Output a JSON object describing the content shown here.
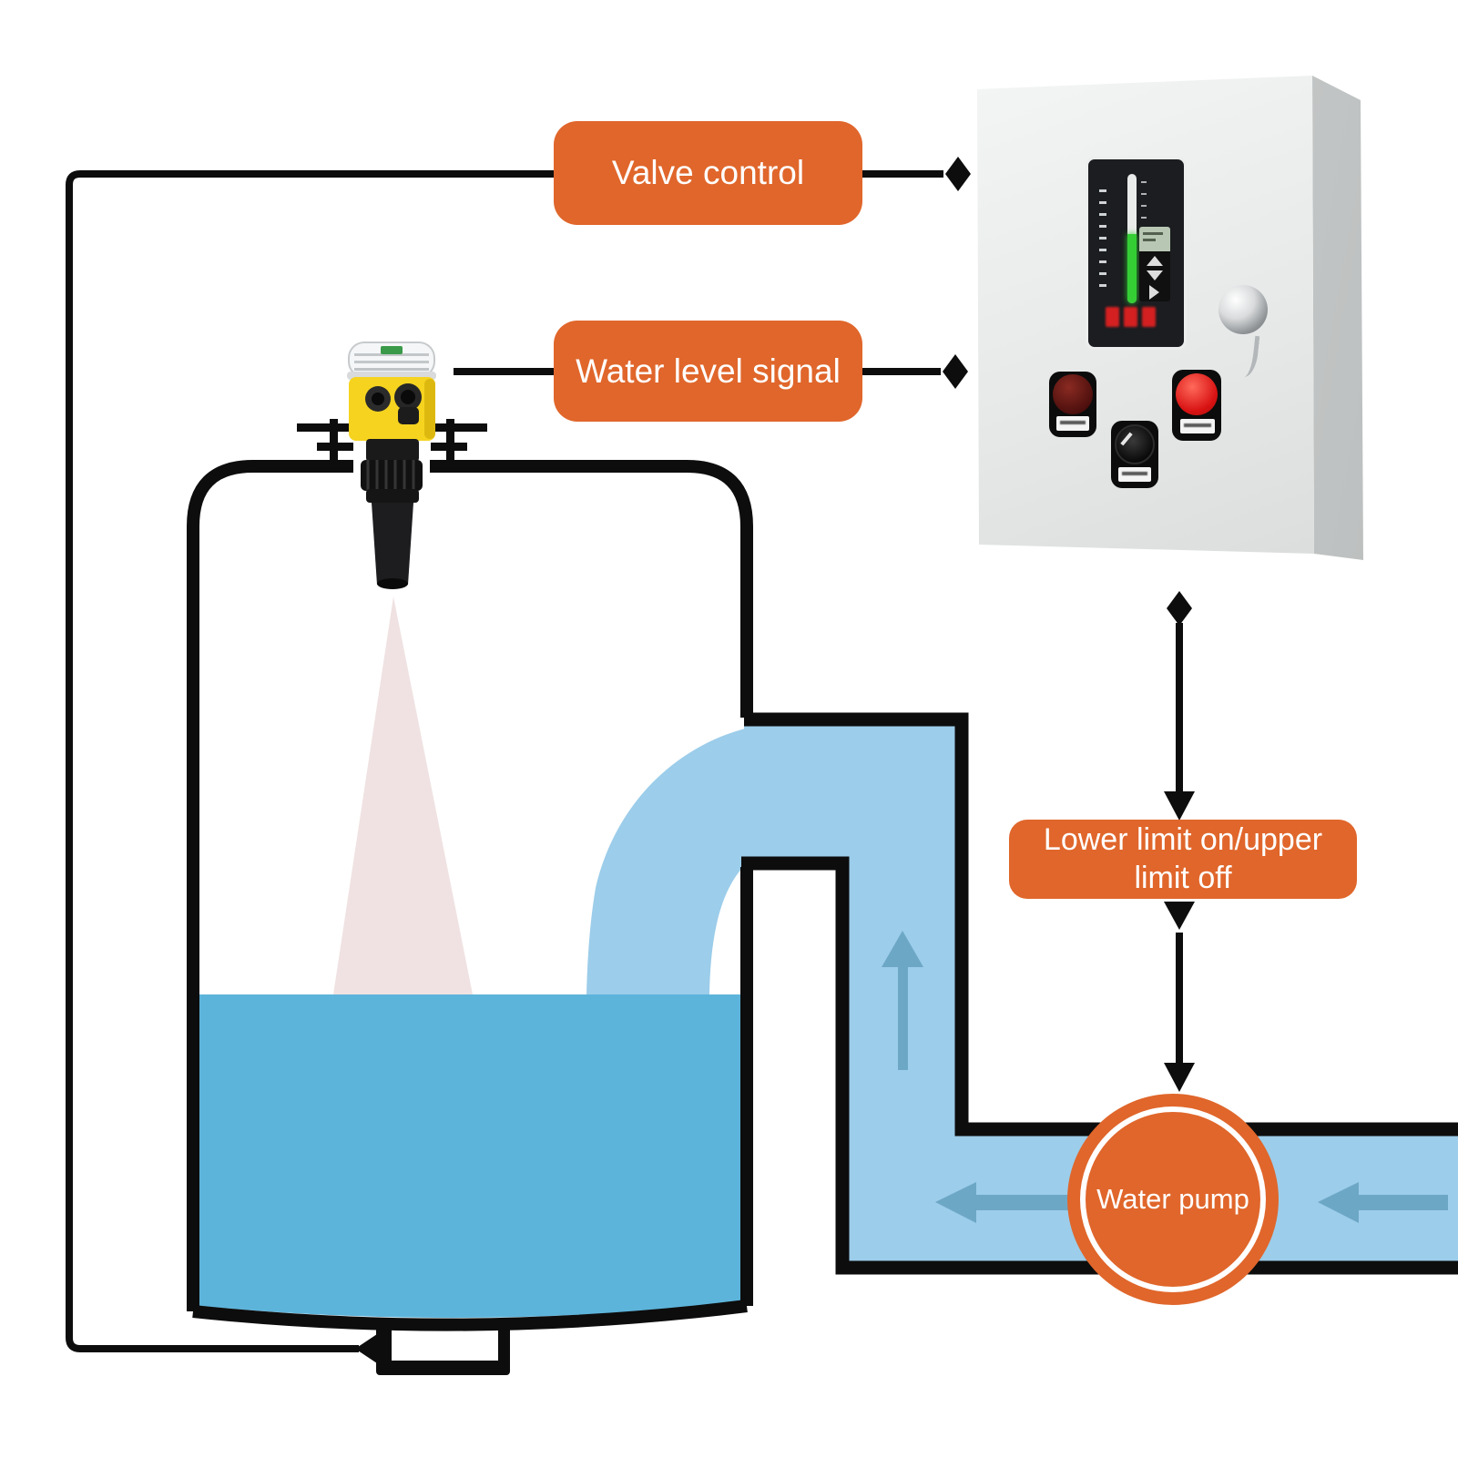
{
  "labels": {
    "valve_control": "Valve control",
    "water_level_signal": "Water level signal",
    "lower_limit": "Lower limit on/upper limit off",
    "water_pump": "Water pump"
  },
  "colors": {
    "accent_orange": "#e0662b",
    "pipe_blue": "#9ccdea",
    "water_blue": "#5db4db",
    "beam_pink": "#efdfdf",
    "line_black": "#0d0d0d",
    "gauge_green": "#35cf35",
    "arrow_blue": "#6da7c6",
    "cabinet_gray": "#e8eaea",
    "sensor_yellow": "#f5d31f"
  },
  "icons": {
    "connector_endpoint": "diamond-icon",
    "flow_direction": "arrow-icon",
    "panel_buttons": [
      "up-triangle-icon",
      "down-triangle-icon",
      "right-triangle-icon"
    ]
  },
  "connections": [
    {
      "label": "Valve control",
      "from": "tank-outlet",
      "to": "control-cabinet"
    },
    {
      "label": "Water level signal",
      "from": "ultrasonic-sensor",
      "to": "control-cabinet"
    },
    {
      "label": "Lower limit on/upper limit off",
      "from": "control-cabinet",
      "to": "water-pump"
    }
  ]
}
